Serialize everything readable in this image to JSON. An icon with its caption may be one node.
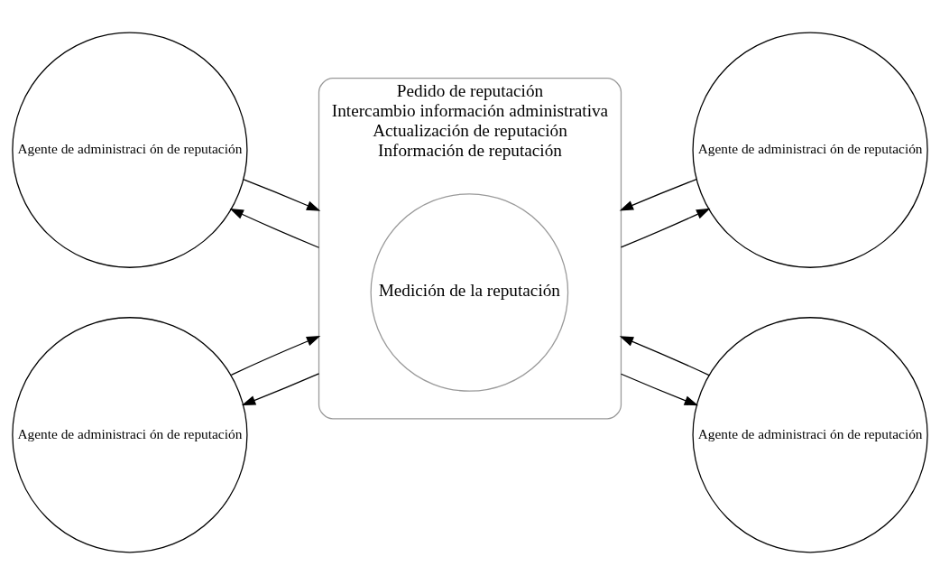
{
  "diagram": {
    "nodes": [
      {
        "text": [
          "Pedido de reputación",
          "Intercambio información administrativa",
          "Actualización de reputación",
          "Información de reputación"
        ]
      },
      {
        "text": [
          "Medición de la reputación"
        ],
        "in": 0
      },
      {
        "text": [
          "Agente de administraci ón de reputación"
        ]
      },
      {
        "text": [
          "Agente de administraci ón de reputación"
        ]
      },
      {
        "text": [
          "Agente de administraci ón de reputación"
        ]
      },
      {
        "text": [
          "Agente de administraci ón de reputación"
        ]
      }
    ],
    "edges": [
      {
        "from": 0,
        "to": 2,
        "arrow": "to"
      },
      {
        "from": 2,
        "to": 0,
        "arrow": "to"
      },
      {
        "from": 0,
        "to": 3,
        "arrow": "to"
      },
      {
        "from": 3,
        "to": 0,
        "arrow": "to"
      },
      {
        "from": 0,
        "to": 4,
        "arrow": "to"
      },
      {
        "from": 4,
        "to": 0,
        "arrow": "to"
      },
      {
        "from": 0,
        "to": 5,
        "arrow": "to"
      },
      {
        "from": 5,
        "to": 0,
        "arrow": "to"
      }
    ]
  }
}
